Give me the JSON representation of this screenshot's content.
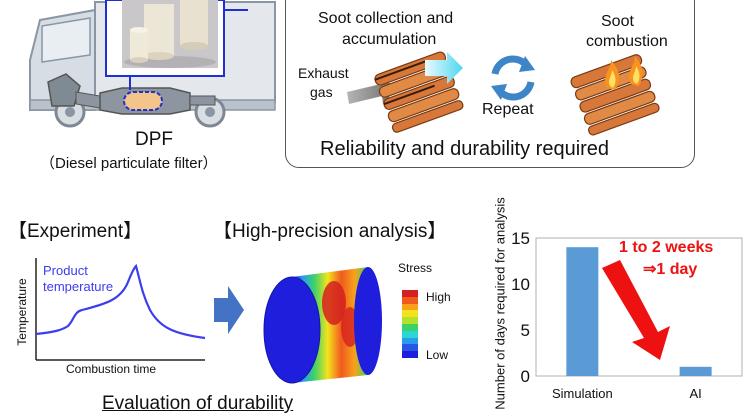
{
  "dpf": {
    "title": "DPF",
    "subtitle": "（Diesel particulate filter）"
  },
  "process": {
    "collection_label_line1": "Soot collection and",
    "collection_label_line2": "accumulation",
    "combustion_label_line1": "Soot",
    "combustion_label_line2": "combustion",
    "exhaust_label_line1": "Exhaust",
    "exhaust_label_line2": "gas",
    "repeat_label": "Repeat",
    "requirement": "Reliability and durability required"
  },
  "experiment": {
    "heading": "【Experiment】",
    "curve_label_line1": "Product",
    "curve_label_line2": "temperature",
    "ylabel": "Temperature",
    "xlabel": "Combustion time"
  },
  "analysis": {
    "heading": "【High-precision analysis】",
    "legend_title": "Stress",
    "legend_high": "High",
    "legend_low": "Low",
    "legend_colors": [
      "#d42020",
      "#f05a1e",
      "#f7a21a",
      "#f4e31c",
      "#b6e12a",
      "#3cd26a",
      "#2ad7d2",
      "#2a9bf0",
      "#2a56e6",
      "#1e1edc"
    ]
  },
  "evaluation_label": "Evaluation of durability",
  "colors": {
    "curve": "#3c3cf0",
    "bar": "#5b9bd5",
    "accent_red": "#ee1111",
    "box_blue": "#1f2fd0",
    "arrow_blue": "#4472c4"
  },
  "chart_data": {
    "type": "bar",
    "categories": [
      "Simulation",
      "AI"
    ],
    "values": [
      14,
      1
    ],
    "ylabel": "Number of days required for analysis",
    "ylim": [
      0,
      15
    ],
    "yticks": [
      0,
      5,
      10,
      15
    ],
    "annotation_line1": "1 to 2 weeks",
    "annotation_line2": "⇒1 day"
  }
}
